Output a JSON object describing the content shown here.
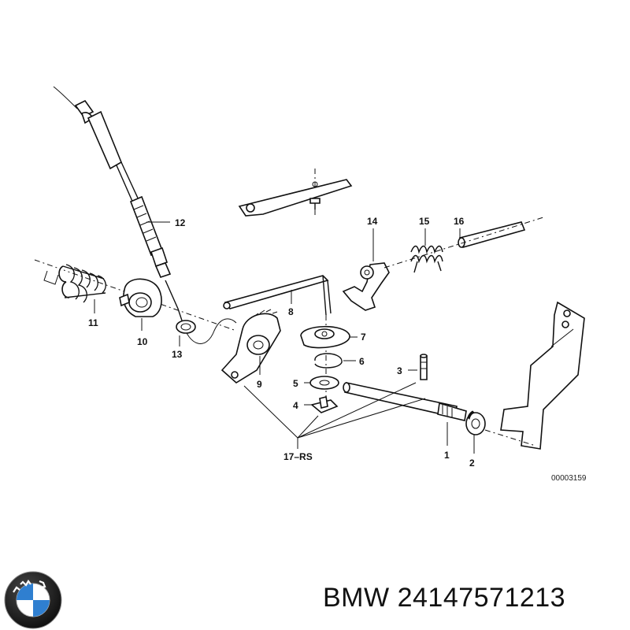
{
  "diagram": {
    "callouts": {
      "c1": "1",
      "c2": "2",
      "c3": "3",
      "c4": "4",
      "c5": "5",
      "c6": "6",
      "c7": "7",
      "c8": "8",
      "c9": "9",
      "c10": "10",
      "c11": "11",
      "c12": "12",
      "c13": "13",
      "c14": "14",
      "c15": "15",
      "c16": "16",
      "c17": "17–RS"
    },
    "reference_code": "00003159"
  },
  "footer": {
    "brand": "BMW",
    "part_number": "24147571213",
    "logo_text": "BMW"
  },
  "colors": {
    "logo_blue": "#2f7fd0",
    "logo_ring": "#1a1a1a",
    "ink": "#111111"
  }
}
